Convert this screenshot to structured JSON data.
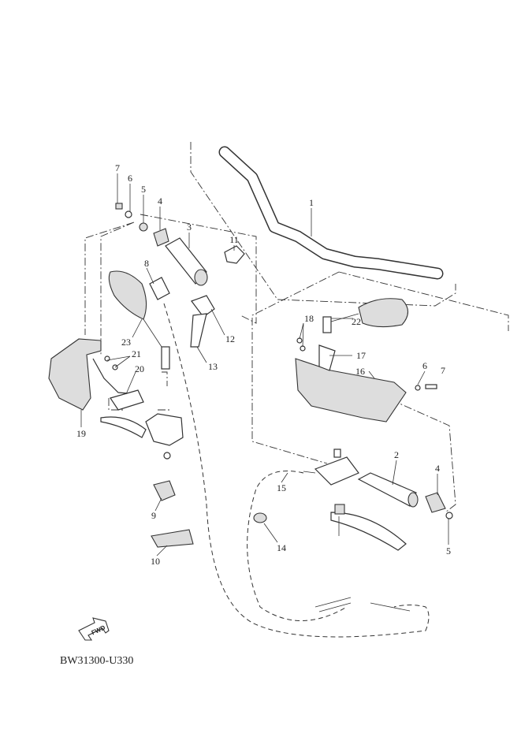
{
  "diagram_code": "BW31300-U330",
  "fwd_label": "FWD",
  "callouts": [
    {
      "id": "c1",
      "text": "1"
    },
    {
      "id": "c2",
      "text": "2"
    },
    {
      "id": "c3",
      "text": "3"
    },
    {
      "id": "c4a",
      "text": "4"
    },
    {
      "id": "c4b",
      "text": "4"
    },
    {
      "id": "c5a",
      "text": "5"
    },
    {
      "id": "c5b",
      "text": "5"
    },
    {
      "id": "c6a",
      "text": "6"
    },
    {
      "id": "c6b",
      "text": "6"
    },
    {
      "id": "c7a",
      "text": "7"
    },
    {
      "id": "c7b",
      "text": "7"
    },
    {
      "id": "c8",
      "text": "8"
    },
    {
      "id": "c9",
      "text": "9"
    },
    {
      "id": "c10",
      "text": "10"
    },
    {
      "id": "c11",
      "text": "11"
    },
    {
      "id": "c12",
      "text": "12"
    },
    {
      "id": "c13",
      "text": "13"
    },
    {
      "id": "c14",
      "text": "14"
    },
    {
      "id": "c15",
      "text": "15"
    },
    {
      "id": "c16",
      "text": "16"
    },
    {
      "id": "c17",
      "text": "17"
    },
    {
      "id": "c18",
      "text": "18"
    },
    {
      "id": "c19",
      "text": "19"
    },
    {
      "id": "c20",
      "text": "20"
    },
    {
      "id": "c21",
      "text": "21"
    },
    {
      "id": "c22",
      "text": "22"
    },
    {
      "id": "c23",
      "text": "23"
    }
  ]
}
